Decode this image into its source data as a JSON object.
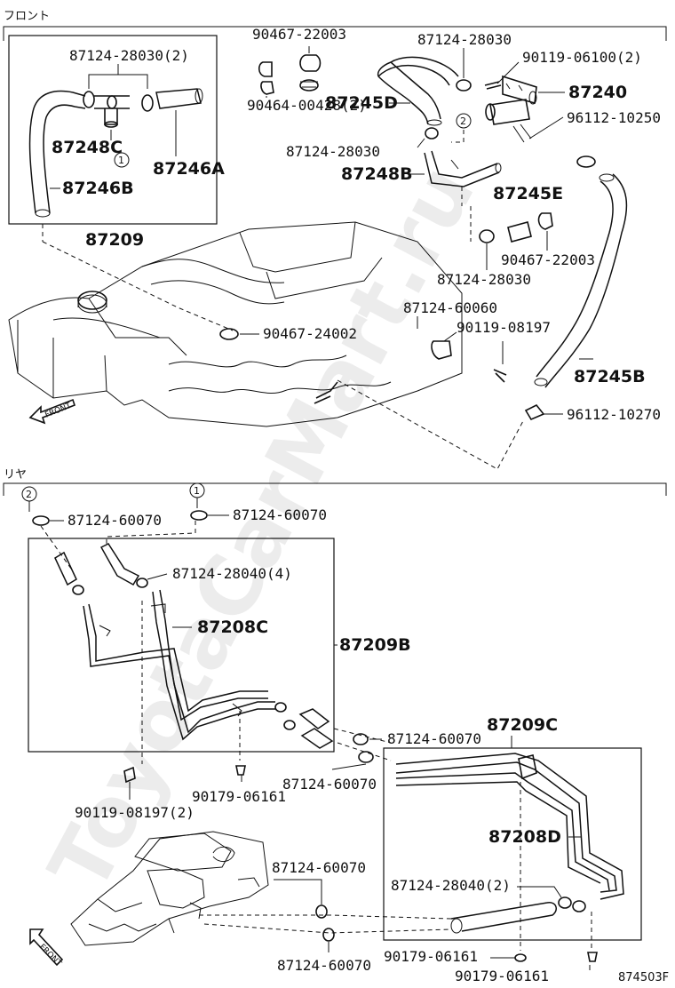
{
  "sections": {
    "front": "フロント",
    "rear": "リヤ"
  },
  "front_arrow": "FRONT",
  "callouts": {
    "c1": "1",
    "c2": "2"
  },
  "watermark": "ToyotaCarMart.ru",
  "figure_id": "874503F",
  "front_parts": {
    "p87124_28030_2": "87124-28030(2)",
    "p87248C": "87248C",
    "p87246A": "87246A",
    "p87246B": "87246B",
    "p87209": "87209",
    "p90467_22003_top": "90467-22003",
    "p90464_00428_2": "90464-00428(2)",
    "p87124_28030_top": "87124-28030",
    "p90119_06100_2": "90119-06100(2)",
    "p87245D": "87245D",
    "p87240": "87240",
    "p96112_10250": "96112-10250",
    "p87124_28030_mid": "87124-28030",
    "p87248B": "87248B",
    "p87245E": "87245E",
    "p90467_22003_mid": "90467-22003",
    "p87124_28030_low": "87124-28030",
    "p87124_60060": "87124-60060",
    "p90119_08197": "90119-08197",
    "p90467_24002": "90467-24002",
    "p87245B": "87245B",
    "p96112_10270": "96112-10270"
  },
  "rear_parts": {
    "p87124_60070_a": "87124-60070",
    "p87124_60070_b": "87124-60070",
    "p87124_28040_4": "87124-28040(4)",
    "p87208C": "87208C",
    "p87209B": "87209B",
    "p87209C": "87209C",
    "p87124_60070_c": "87124-60070",
    "p87124_60070_d": "87124-60070",
    "p90179_06161_a": "90179-06161",
    "p90119_08197_2": "90119-08197(2)",
    "p87208D": "87208D",
    "p87124_60070_e": "87124-60070",
    "p87124_28040_2": "87124-28040(2)",
    "p87124_60070_f": "87124-60070",
    "p90179_06161_b": "90179-06161",
    "p90179_06161_c": "90179-06161"
  }
}
